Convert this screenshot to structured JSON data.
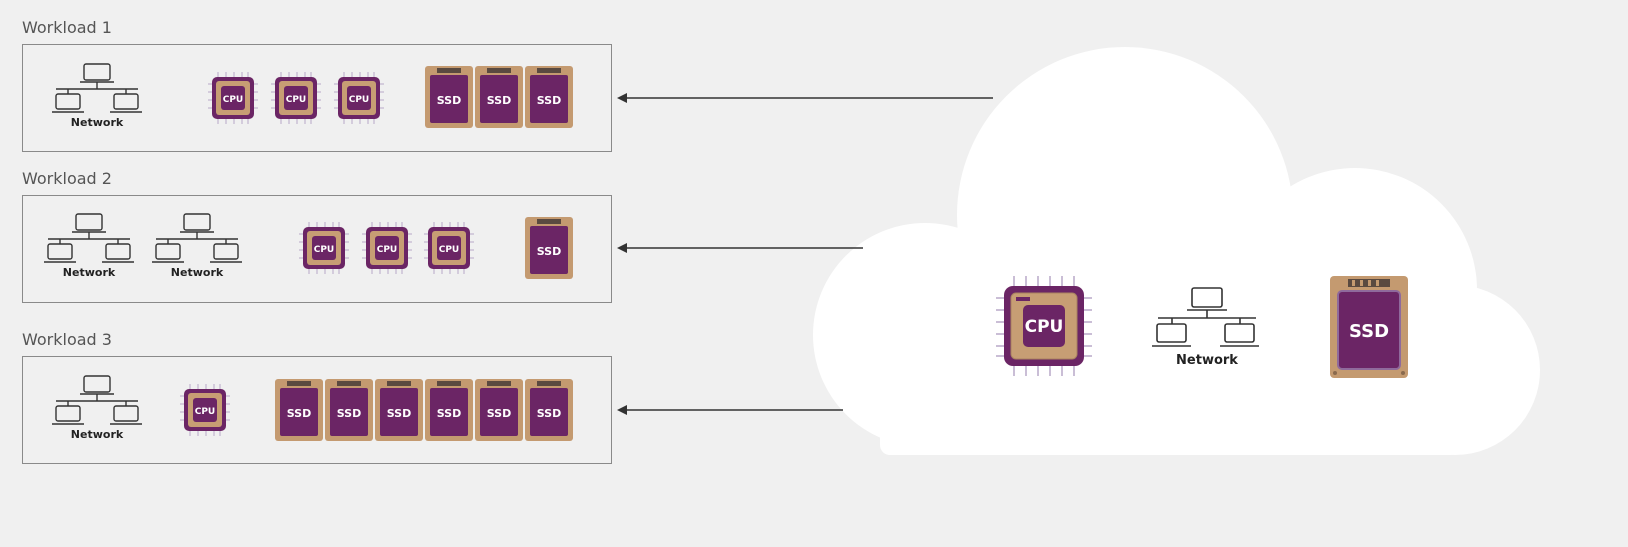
{
  "workloads": [
    {
      "title": "Workload 1",
      "network_label": "Network",
      "cpu_label": "CPU",
      "ssd_label": "SSD",
      "network_count": 1,
      "cpu_count": 3,
      "ssd_count": 3
    },
    {
      "title": "Workload 2",
      "network_label": "Network",
      "cpu_label": "CPU",
      "ssd_label": "SSD",
      "network_count": 2,
      "cpu_count": 3,
      "ssd_count": 1
    },
    {
      "title": "Workload 3",
      "network_label": "Network",
      "cpu_label": "CPU",
      "ssd_label": "SSD",
      "network_count": 1,
      "cpu_count": 1,
      "ssd_count": 6
    }
  ],
  "cloud": {
    "cpu_label": "CPU",
    "network_label": "Network",
    "ssd_label": "SSD"
  },
  "colors": {
    "background": "#f0f0f0",
    "cloud": "#ffffff",
    "cpu_purple": "#6b2565",
    "cpu_tan": "#c79e74",
    "ssd_tan": "#c49a70",
    "ssd_purple": "#6b2565",
    "arrow": "#333333"
  },
  "icons": {
    "network": "network-topology-icon",
    "cpu": "cpu-chip-icon",
    "ssd": "ssd-drive-icon",
    "arrow": "arrow-left-icon"
  }
}
